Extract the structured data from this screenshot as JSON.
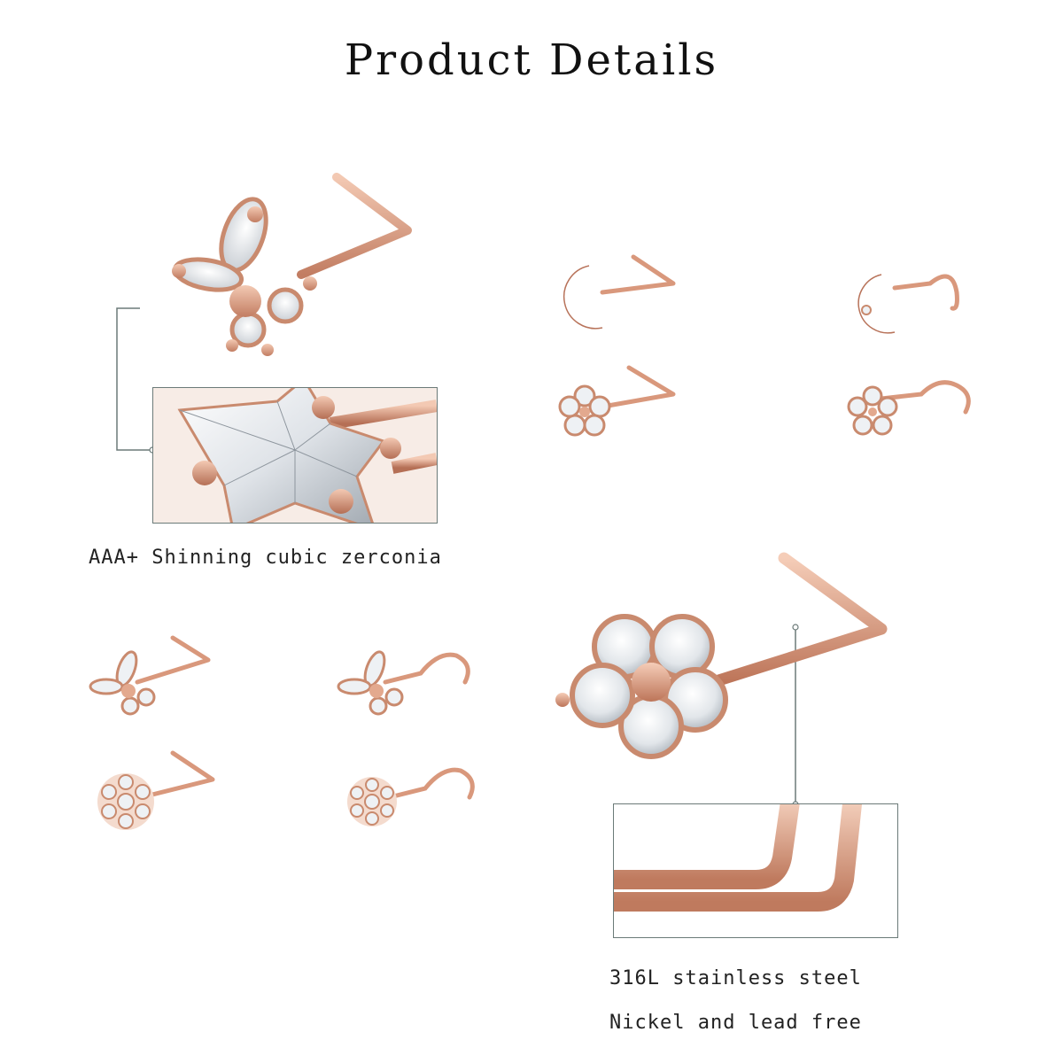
{
  "title": "Product Details",
  "captions": {
    "zirconia": "AAA+ Shinning cubic zerconia",
    "steel": "316L stainless steel",
    "lead_free": "Nickel and lead free"
  },
  "colors": {
    "rose_gold": "#e0a689",
    "rose_gold_dark": "#b8735a",
    "crystal": "#eef1f4",
    "callout_line": "#6b7a78"
  },
  "products": [
    {
      "shape": "butterfly",
      "post": "L-shape"
    },
    {
      "shape": "moon",
      "post": "L-shape"
    },
    {
      "shape": "moon",
      "post": "screw"
    },
    {
      "shape": "flower",
      "post": "L-shape"
    },
    {
      "shape": "flower",
      "post": "screw"
    },
    {
      "shape": "butterfly",
      "post": "L-shape"
    },
    {
      "shape": "butterfly",
      "post": "screw"
    },
    {
      "shape": "snowflake",
      "post": "L-shape"
    },
    {
      "shape": "snowflake",
      "post": "screw"
    },
    {
      "shape": "flower",
      "post": "L-shape"
    }
  ]
}
